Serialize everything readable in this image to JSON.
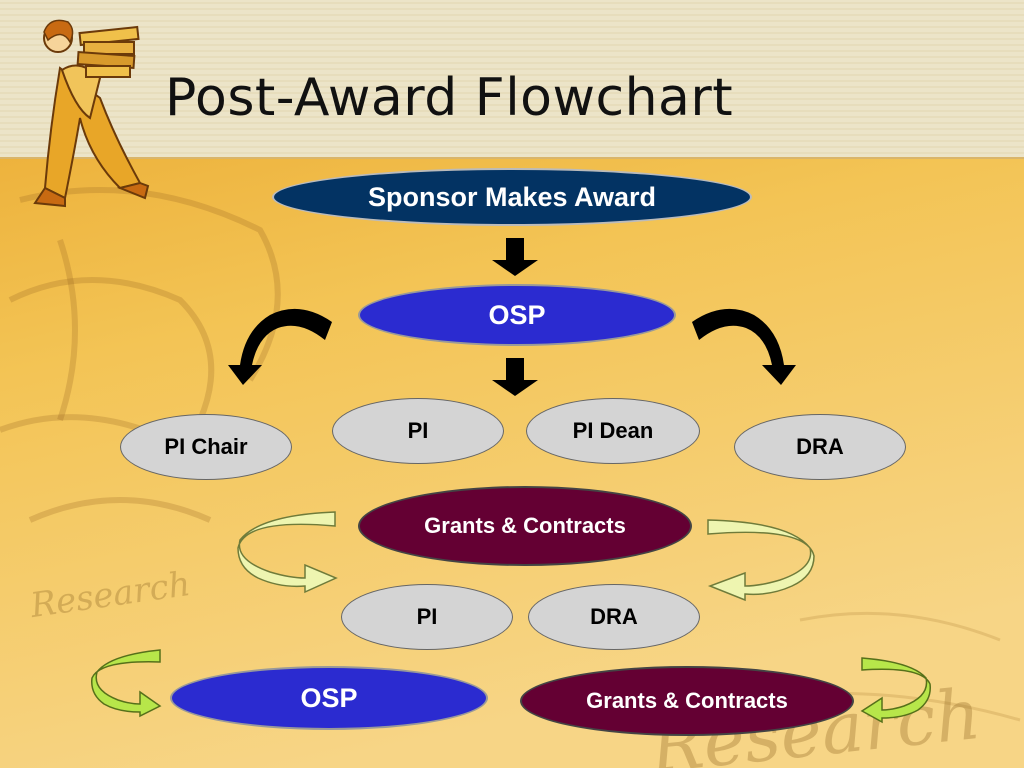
{
  "slide": {
    "title": "Post-Award Flowchart"
  },
  "nodes": {
    "sponsor": "Sponsor Makes Award",
    "osp_top": "OSP",
    "pi_chair": "PI Chair",
    "pi_upper": "PI",
    "pi_dean": "PI Dean",
    "dra_upper": "DRA",
    "grants_mid": "Grants & Contracts",
    "pi_lower": "PI",
    "dra_lower": "DRA",
    "osp_bottom": "OSP",
    "grants_bottom": "Grants & Contracts"
  },
  "colors": {
    "background": "#f2c45a",
    "title_band": "#ece3c4",
    "navy": "#033363",
    "blue": "#2b2bd0",
    "gray": "#d4d4d4",
    "maroon": "#640033",
    "pale_arrow": "#eef5b0",
    "green_arrow": "#b7e64a"
  },
  "icons": [
    "woman-carrying-books-clipart",
    "down-arrow-icon",
    "curved-arrow-icon",
    "circular-arrow-icon"
  ]
}
